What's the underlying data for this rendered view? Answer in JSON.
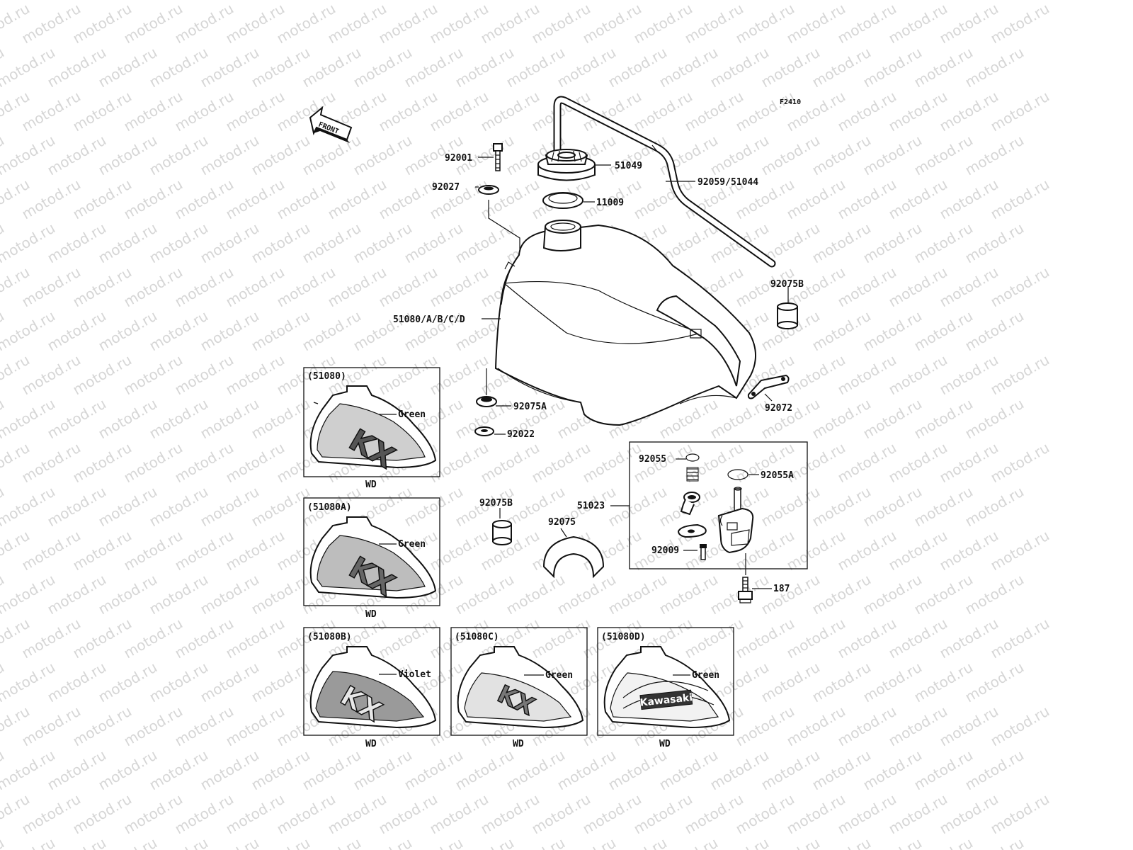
{
  "watermark_text": "motod.ru",
  "figure_code": "F2410",
  "front_label": "FRONT",
  "part_labels": {
    "p92001": "92001",
    "p51049": "51049",
    "p92027": "92027",
    "p92059": "92059/51044",
    "p11009": "11009",
    "p92075B_top": "92075B",
    "p51080": "51080/A/B/C/D",
    "p92075A": "92075A",
    "p92022": "92022",
    "p92072": "92072",
    "p92055": "92055",
    "p92055A": "92055A",
    "p51023": "51023",
    "p92075B_mid": "92075B",
    "p92075": "92075",
    "p92009": "92009",
    "p187": "187"
  },
  "decal_variants": [
    {
      "code": "(51080)",
      "color": "Green",
      "note": "WD"
    },
    {
      "code": "(51080A)",
      "color": "Green",
      "note": "WD"
    },
    {
      "code": "(51080B)",
      "color": "Violet",
      "note": "WD"
    },
    {
      "code": "(51080C)",
      "color": "Green",
      "note": "WD"
    },
    {
      "code": "(51080D)",
      "color": "Green",
      "note": "WD"
    }
  ],
  "decal_graphics": {
    "kx_text": "KX",
    "brand_text": "Kawasaki"
  }
}
